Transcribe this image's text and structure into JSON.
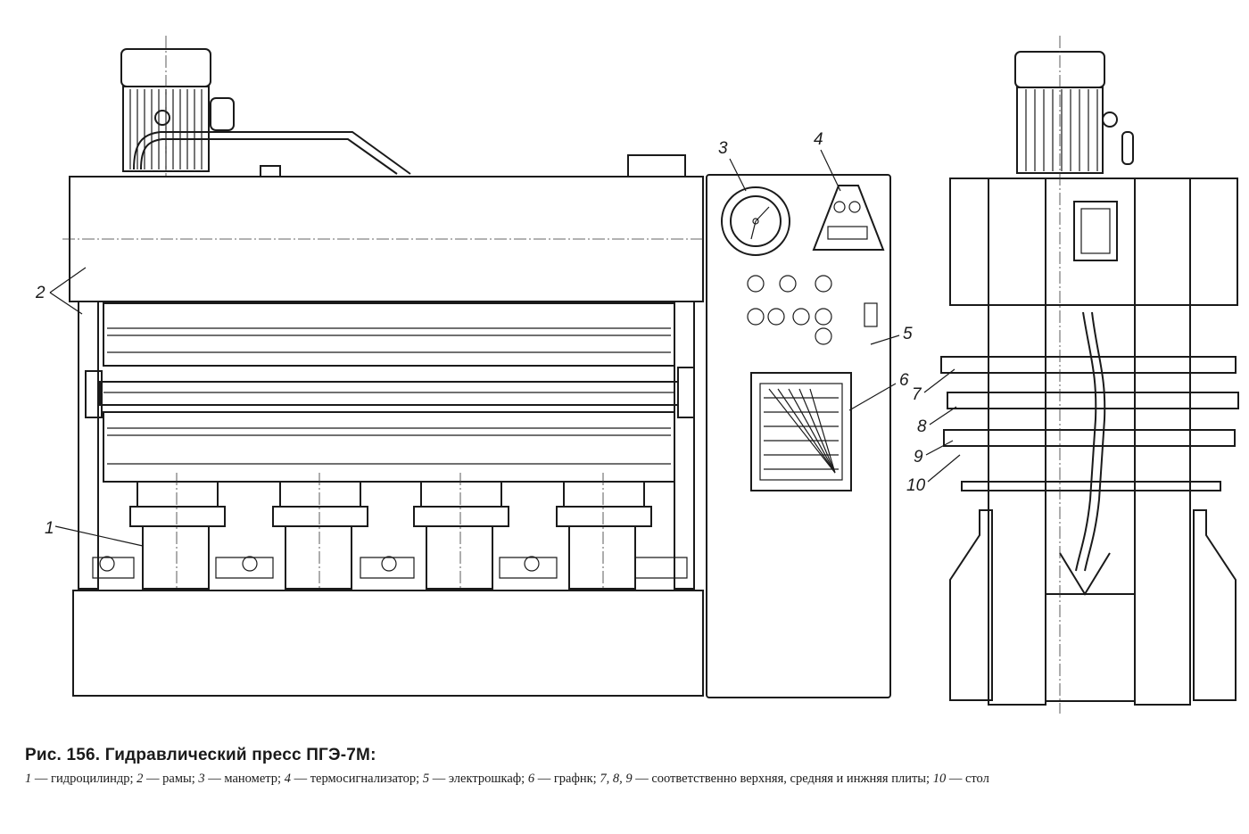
{
  "figure": {
    "callouts": {
      "c1": "1",
      "c2": "2",
      "c3": "3",
      "c4": "4",
      "c5": "5",
      "c6": "6",
      "c7": "7",
      "c8": "8",
      "c9": "9",
      "c10": "10"
    }
  },
  "caption": {
    "title": "Рис. 156. Гидравлический пресс ПГЭ-7М:",
    "legend": [
      {
        "num": "1",
        "text": " — гидроцилиндр;  "
      },
      {
        "num": "2",
        "text": " — рамы;  "
      },
      {
        "num": "3",
        "text": " — манометр;  "
      },
      {
        "num": "4",
        "text": " — термосигнализатор;  "
      },
      {
        "num": "5",
        "text": " — электрошкаф;  "
      },
      {
        "num": "6",
        "text": " — графнк;  "
      },
      {
        "num": "7,  8,  9",
        "text": " — соответственно  верхняя, средняя и инжняя плиты;  "
      },
      {
        "num": "10",
        "text": " — стол"
      }
    ]
  }
}
